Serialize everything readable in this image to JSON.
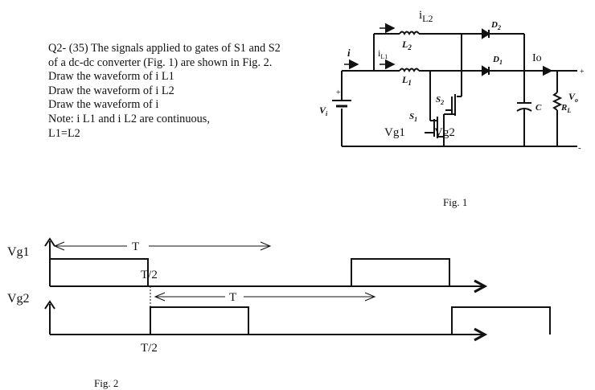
{
  "question": {
    "lines": [
      "Q2- (35) The signals applied to gates of S1 and S2",
      "of a dc-dc converter (Fig. 1) are shown in Fig. 2.",
      "Draw the waveform of i L1",
      "Draw the waveform of i L2",
      "Draw the waveform of i",
      "Note: i L1 and i L2 are continuous,",
      "L1=L2"
    ]
  },
  "circuit": {
    "labels": {
      "iL2_i": "i",
      "iL2_sub": "L2",
      "L2": "L",
      "L2_sub": "2",
      "L1": "L",
      "L1_sub": "1",
      "i": "i",
      "iL1": "i",
      "iL1_sub": "L1",
      "D2": "D",
      "D2_sub": "2",
      "D1": "D",
      "D1_sub": "1",
      "Io": "Io",
      "plus_top": "+",
      "minus_bottom": "-",
      "Vi": "V",
      "Vi_sub": "i",
      "Vi_plus": "+",
      "S1": "S",
      "S1_sub": "1",
      "S2": "S",
      "S2_sub": "2",
      "Vg1": "Vg1",
      "Vg2": "Vg2",
      "C": "C",
      "RL": "R",
      "RL_sub": "L",
      "Vo": "V",
      "Vo_sub": "o"
    },
    "caption": "Fig. 1"
  },
  "waveforms": {
    "caption": "Fig. 2",
    "vg1_label": "Vg1",
    "vg2_label": "Vg2",
    "period_label_1": "T",
    "period_label_2": "T",
    "half_label_1": "T/2",
    "half_label_2": "T/2",
    "vg1_pulses": [
      [
        0,
        0.5
      ],
      [
        1.5,
        2.0
      ]
    ],
    "vg2_pulses": [
      [
        0.5,
        1.0
      ],
      [
        2.0,
        2.5
      ]
    ]
  }
}
